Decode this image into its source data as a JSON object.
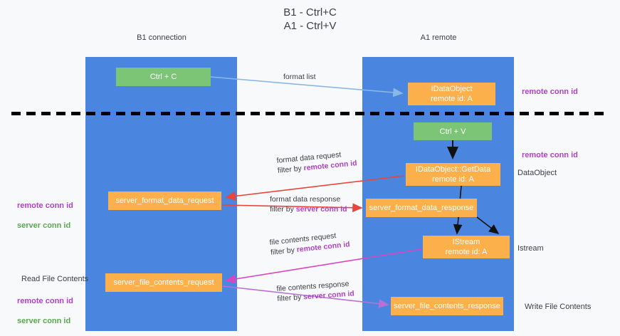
{
  "title": "B1 - Ctrl+C\nA1 - Ctrl+V",
  "lanes": [
    {
      "name": "b1",
      "label": "B1\nconnection"
    },
    {
      "name": "a1",
      "label": "A1\nremote"
    }
  ],
  "divider": {
    "style": "dashed",
    "color": "#000000"
  },
  "boxes": [
    {
      "id": "ctrl-c",
      "label": "Ctrl + C",
      "kind": "green",
      "lane": "b1"
    },
    {
      "id": "idataobject",
      "label": "IDataObject\nremote id: A",
      "kind": "orange",
      "lane": "a1"
    },
    {
      "id": "ctrl-v",
      "label": "Ctrl + V",
      "kind": "green",
      "lane": "a1"
    },
    {
      "id": "getdata",
      "label": "IDataObject::GetData\nremote id: A",
      "kind": "orange",
      "lane": "a1"
    },
    {
      "id": "server-format-data-request",
      "label": "server_format_data_request",
      "kind": "orange",
      "lane": "b1"
    },
    {
      "id": "server-format-data-response",
      "label": "server_format_data_response",
      "kind": "orange",
      "lane": "a1"
    },
    {
      "id": "istream",
      "label": "IStream\nremote id: A",
      "kind": "orange",
      "lane": "a1"
    },
    {
      "id": "server-file-contents-request",
      "label": "server_file_contents_request",
      "kind": "orange",
      "lane": "b1"
    },
    {
      "id": "server-file-contents-response",
      "label": "server_file_contents_response",
      "kind": "orange",
      "lane": "a1"
    }
  ],
  "edges": [
    {
      "id": "format-list",
      "line1": "format list",
      "line2": "",
      "filter": "",
      "color": "#8ab8e6"
    },
    {
      "id": "format-data-request",
      "line1": "format data request",
      "line2": "filter by ",
      "filter": "remote conn id",
      "color": "#e8453c"
    },
    {
      "id": "format-data-response",
      "line1": "format data response",
      "line2": "filter by ",
      "filter": "server conn id",
      "color": "#e8453c"
    },
    {
      "id": "file-contents-request",
      "line1": "file contents request",
      "line2": "filter by ",
      "filter": "remote conn id",
      "color": "#d946c0"
    },
    {
      "id": "file-contents-response",
      "line1": "file contents response",
      "line2": "filter by ",
      "filter": "server conn id",
      "color": "#b86fd6"
    }
  ],
  "side_labels": {
    "right": [
      {
        "id": "remote-conn-id-top",
        "text": "remote conn id",
        "color": "purple"
      },
      {
        "id": "remote-conn-id-mid",
        "text": "remote conn id",
        "color": "purple"
      },
      {
        "id": "dataobject",
        "text": "DataObject",
        "color": "plain"
      },
      {
        "id": "istream",
        "text": "Istream",
        "color": "plain"
      },
      {
        "id": "write-file-contents",
        "text": "Write File Contents",
        "color": "plain"
      }
    ],
    "left": [
      {
        "id": "conn-ids-mid",
        "remote": "remote conn id",
        "server": "server conn id"
      },
      {
        "id": "read-file-contents",
        "text": "Read File Contents"
      },
      {
        "id": "conn-ids-bottom",
        "remote": "remote conn id",
        "server": "server conn id"
      }
    ]
  },
  "colors": {
    "lane": "#4a86e0",
    "green": "#7cc576",
    "orange": "#fbb04c",
    "purple": "#b042c8",
    "green_text": "#5aa84f",
    "background": "#f8f9fa"
  }
}
